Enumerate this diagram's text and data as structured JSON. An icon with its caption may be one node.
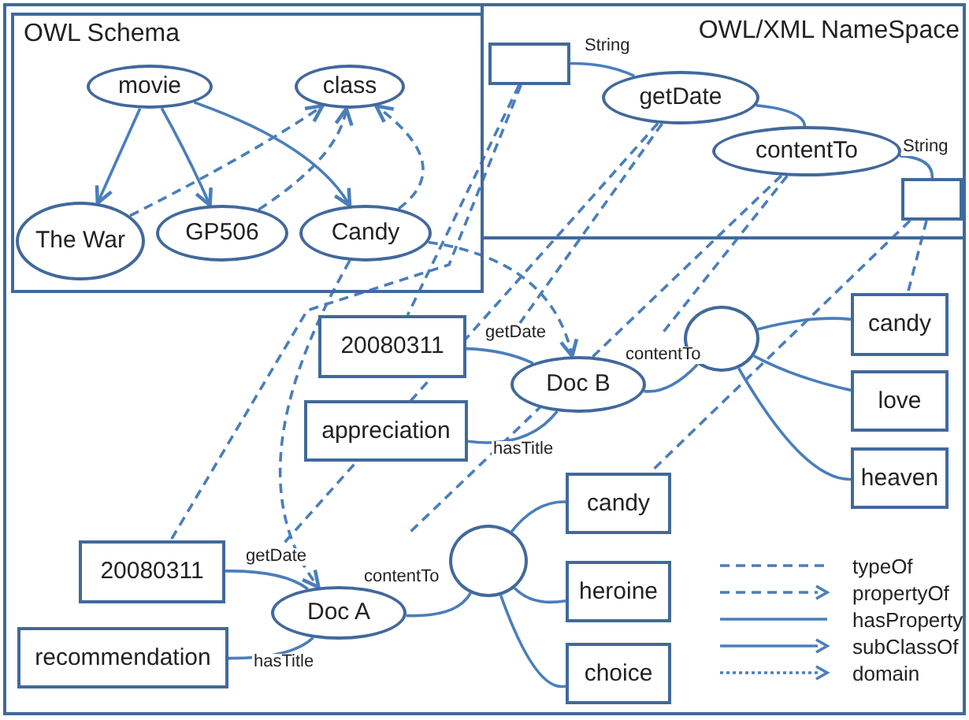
{
  "diagram": {
    "nodes": [
      {
        "text": [
          "OWL Schema"
        ]
      },
      {
        "text": [
          "OWL/XML NameSpace"
        ]
      },
      {
        "text": [
          "movie"
        ],
        "in": 0
      },
      {
        "text": [
          "class"
        ],
        "in": 0
      },
      {
        "text": [
          "The War"
        ],
        "in": 0
      },
      {
        "text": [
          "GP506"
        ],
        "in": 0
      },
      {
        "text": [
          "Candy"
        ],
        "in": 0
      },
      {
        "text": [],
        "shape": "box",
        "in": 1
      },
      {
        "text": [
          "getDate"
        ],
        "in": 1
      },
      {
        "text": [
          "contentTo"
        ],
        "in": 1
      },
      {
        "text": [],
        "shape": "box",
        "in": 1
      },
      {
        "text": [
          "20080311"
        ]
      },
      {
        "text": [
          "appreciation"
        ]
      },
      {
        "text": [
          "Doc B"
        ]
      },
      {
        "text": [],
        "shape": "circle"
      },
      {
        "text": [
          "candy"
        ]
      },
      {
        "text": [
          "love"
        ]
      },
      {
        "text": [
          "heaven"
        ]
      },
      {
        "text": [
          "20080311"
        ]
      },
      {
        "text": [
          "recommendation"
        ]
      },
      {
        "text": [
          "Doc A"
        ]
      },
      {
        "text": [],
        "shape": "circle"
      },
      {
        "text": [
          "candy"
        ]
      },
      {
        "text": [
          "heroine"
        ]
      },
      {
        "text": [
          "choice"
        ]
      }
    ],
    "edges": [
      {
        "from": 2,
        "to": 4,
        "arrow": "to"
      },
      {
        "from": 2,
        "to": 5,
        "arrow": "to"
      },
      {
        "from": 2,
        "to": 6,
        "arrow": "to"
      },
      {
        "from": 4,
        "to": 3,
        "arrow": "to",
        "style": "dashed"
      },
      {
        "from": 5,
        "to": 3,
        "arrow": "to",
        "style": "dashed"
      },
      {
        "from": 6,
        "to": 3,
        "arrow": "to",
        "style": "dashed"
      },
      {
        "from": 7,
        "to": 8,
        "arrow": "none",
        "label": "String"
      },
      {
        "from": 8,
        "to": 9,
        "arrow": "none"
      },
      {
        "from": 9,
        "to": 10,
        "arrow": "none",
        "label": "String"
      },
      {
        "from": 7,
        "to": 11,
        "arrow": "none",
        "style": "dashed"
      },
      {
        "from": 7,
        "to": 18,
        "arrow": "none",
        "style": "dashed"
      },
      {
        "from": 8,
        "to": null,
        "arrow": "none",
        "style": "dashed"
      },
      {
        "from": 8,
        "to": null,
        "arrow": "none",
        "style": "dashed"
      },
      {
        "from": 9,
        "to": null,
        "arrow": "none",
        "style": "dashed"
      },
      {
        "from": 9,
        "to": null,
        "arrow": "none",
        "style": "dashed"
      },
      {
        "from": 10,
        "to": 15,
        "arrow": "none",
        "style": "dashed"
      },
      {
        "from": 10,
        "to": 22,
        "arrow": "none",
        "style": "dashed"
      },
      {
        "from": 6,
        "to": 13,
        "arrow": "to",
        "style": "dashed"
      },
      {
        "from": 6,
        "to": 20,
        "arrow": "to",
        "style": "dashed"
      },
      {
        "from": 11,
        "to": 13,
        "arrow": "none",
        "label": "getDate"
      },
      {
        "from": 12,
        "to": 13,
        "arrow": "none",
        "label": "hasTitle"
      },
      {
        "from": 13,
        "to": 14,
        "arrow": "none",
        "label": "contentTo"
      },
      {
        "from": 14,
        "to": 15,
        "arrow": "none"
      },
      {
        "from": 14,
        "to": 16,
        "arrow": "none"
      },
      {
        "from": 14,
        "to": 17,
        "arrow": "none"
      },
      {
        "from": 18,
        "to": 20,
        "arrow": "none",
        "label": "getDate"
      },
      {
        "from": 19,
        "to": 20,
        "arrow": "none",
        "label": "hasTitle"
      },
      {
        "from": 20,
        "to": 21,
        "arrow": "none",
        "label": "contentTo"
      },
      {
        "from": 21,
        "to": 22,
        "arrow": "none"
      },
      {
        "from": 21,
        "to": 23,
        "arrow": "none"
      },
      {
        "from": 21,
        "to": 24,
        "arrow": "none"
      }
    ],
    "legend": [
      {
        "text": "typeOf"
      },
      {
        "text": "propertyOf"
      },
      {
        "text": "hasProperty"
      },
      {
        "text": "subClassOf"
      },
      {
        "text": "domain"
      }
    ]
  }
}
